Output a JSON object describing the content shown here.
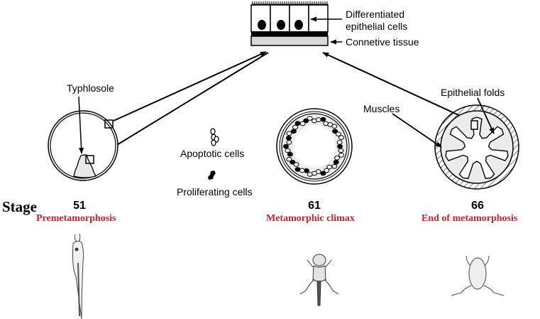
{
  "figure": {
    "epithelium_inset": {
      "labels": {
        "differentiated_line1": "Differentiated",
        "differentiated_line2": "epithelial cells",
        "connective": "Connetive tissue"
      }
    },
    "callouts": {
      "typhlosole": "Typhlosole",
      "muscles": "Muscles",
      "epithelial_folds": "Epithelial folds"
    },
    "legend": {
      "apoptotic": "Apoptotic cells",
      "proliferating": "Proliferating cells"
    },
    "stage_label": "Stage",
    "stages": [
      {
        "number": "51",
        "phase": "Premetamorphosis",
        "specimen": "tadpole"
      },
      {
        "number": "61",
        "phase": "Metamorphic climax",
        "specimen": "metamorphosing-froglet"
      },
      {
        "number": "66",
        "phase": "End of metamorphosis",
        "specimen": "froglet"
      }
    ],
    "colors": {
      "phase_text": "#c0272d",
      "connective_fill": "#d9d9d9",
      "lumen_fill": "#eeeeee",
      "ink": "#000000"
    }
  }
}
